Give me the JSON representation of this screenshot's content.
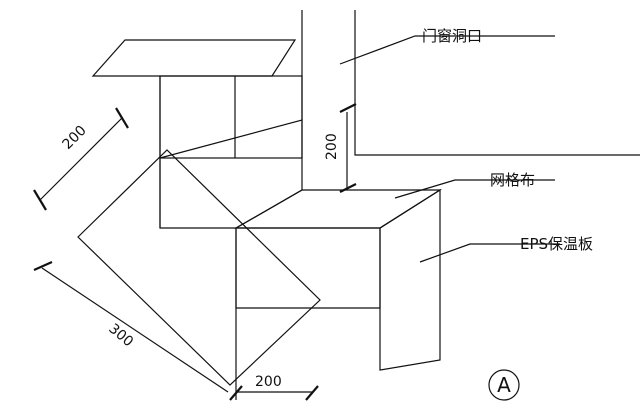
{
  "labels": {
    "opening": "门窗洞口",
    "mesh": "网格布",
    "eps_board": "EPS保温板",
    "section_mark": "A"
  },
  "dimensions": {
    "diag_upper": "200",
    "vertical_right": "200",
    "diag_lower": "300",
    "bottom": "200"
  },
  "colors": {
    "line": "#111111",
    "background": "#ffffff"
  }
}
